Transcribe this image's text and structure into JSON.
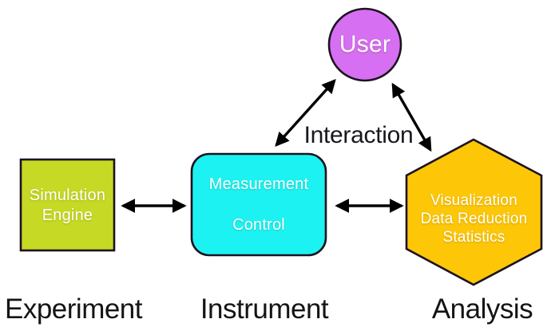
{
  "colors": {
    "user_node": "#d66ff1",
    "engine_node": "#c6d924",
    "control_node": "#1df2f2",
    "analysis_node": "#fdc708",
    "arrow": "#000000"
  },
  "diagram": {
    "nodes": {
      "user": {
        "label": "User"
      },
      "engine": {
        "lines": [
          "Simulation",
          "Engine"
        ]
      },
      "control": {
        "lines": [
          "Measurement",
          "Control"
        ]
      },
      "analysis": {
        "lines": [
          "Visualization",
          "Data Reduction",
          "Statistics"
        ]
      }
    },
    "edge_label": "Interaction",
    "captions": [
      "Experiment",
      "Instrument",
      "Analysis"
    ],
    "edges": [
      {
        "from": "Simulation Engine",
        "to": "Measurement Control",
        "bidirectional": true
      },
      {
        "from": "Measurement Control",
        "to": "Visualization Data Reduction Statistics",
        "bidirectional": true
      },
      {
        "from": "Measurement Control",
        "to": "User",
        "bidirectional": true,
        "label": "Interaction"
      },
      {
        "from": "User",
        "to": "Visualization Data Reduction Statistics",
        "bidirectional": true,
        "label": "Interaction"
      }
    ]
  }
}
